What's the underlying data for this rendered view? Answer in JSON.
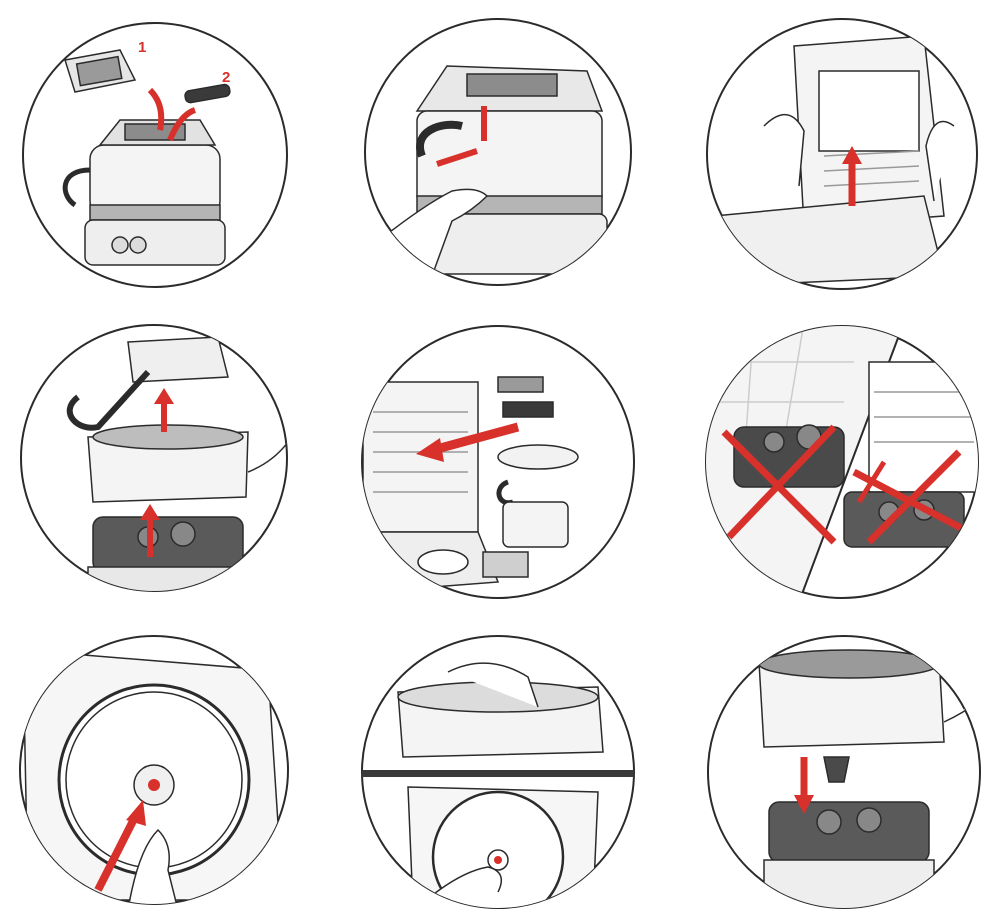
{
  "title": "",
  "colors": {
    "outline": "#2b2b2b",
    "accent_red": "#d8302a",
    "device_gray": "#6b6b6b",
    "device_dark": "#4a4a4a",
    "light_gray": "#d9d9d9",
    "window_gray": "#bdbdbd",
    "background": "#ffffff"
  },
  "panels": [
    {
      "id": "p1",
      "scene": "remove-lid-filters",
      "labels": [
        "1",
        "2"
      ]
    },
    {
      "id": "p2",
      "scene": "press-handle-release"
    },
    {
      "id": "p3",
      "scene": "lift-inner-lid"
    },
    {
      "id": "p4",
      "scene": "lift-bowl-from-base"
    },
    {
      "id": "p5",
      "scene": "dishwasher-safe-parts"
    },
    {
      "id": "p6",
      "scene": "base-not-immersible-not-dishwasher"
    },
    {
      "id": "p7",
      "scene": "push-center-seal"
    },
    {
      "id": "p8",
      "scene": "wipe-bowl-and-seal"
    },
    {
      "id": "p9",
      "scene": "reassemble-on-base"
    }
  ]
}
